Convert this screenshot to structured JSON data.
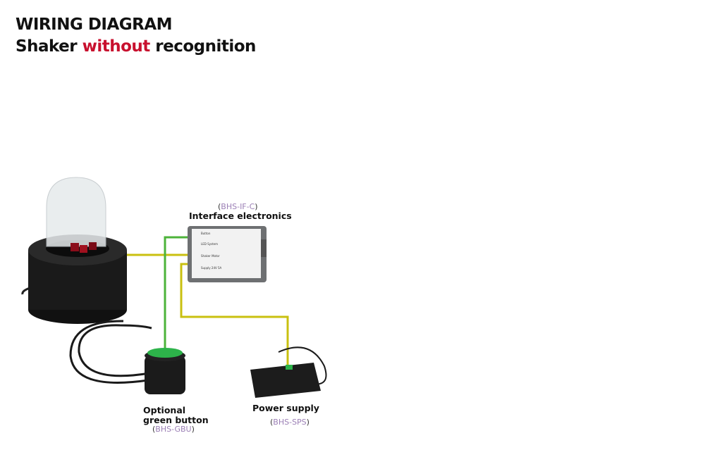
{
  "header": {
    "title": "WIRING DIAGRAM",
    "subtitle_pre": "Shaker ",
    "subtitle_highlight": "without",
    "subtitle_post": " recognition"
  },
  "components": {
    "interface": {
      "code": "BHS-IF-C",
      "label": "Interface electronics",
      "ports": [
        "Button",
        "LED System",
        "Shaker Motor",
        "Supply 24V 5A"
      ]
    },
    "button": {
      "label_line1": "Optional",
      "label_line2": "green button",
      "code": "BHS-GBU"
    },
    "power": {
      "label": "Power supply",
      "code": "BHS-SPS"
    }
  },
  "colors": {
    "accent": "#c8102e",
    "green_wire": "#4cb33a",
    "yellow_wire": "#c9c010",
    "code": "#9b7fb5"
  }
}
